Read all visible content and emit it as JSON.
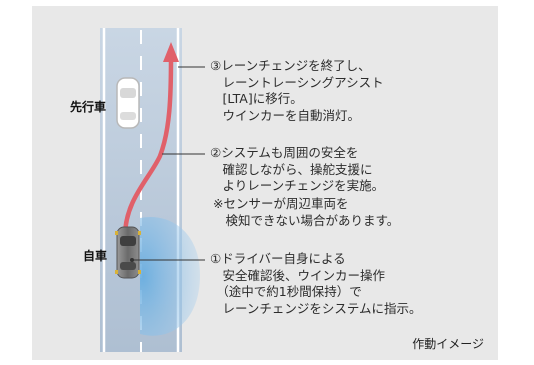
{
  "labels": {
    "leading_vehicle": "先行車",
    "own_vehicle": "自車",
    "caption": "作動イメージ"
  },
  "annotations": {
    "step3": "③レーンチェンジを終了し、\n　レーントレーシングアシスト\n　[LTA]に移行。\n　ウインカーを自動消灯。",
    "step2": "②システムも周囲の安全を\n　確認しながら、操舵支援に\n　よりレーンチェンジを実施。",
    "note": "※センサーが周辺車両を\n　検知できない場合があります。",
    "step1": "①ドライバー自身による\n　安全確認後、ウインカー操作\n　（途中で約1秒間保持）で\n　レーンチェンジをシステムに指示。"
  },
  "colors": {
    "panel": "#e8e8e8",
    "road": "#b5c6d8",
    "path_arrow": "#e0606a",
    "sensor_zone": "#8cc0e6",
    "car_body": "#7d7d7d",
    "leader_line": "#333333"
  }
}
